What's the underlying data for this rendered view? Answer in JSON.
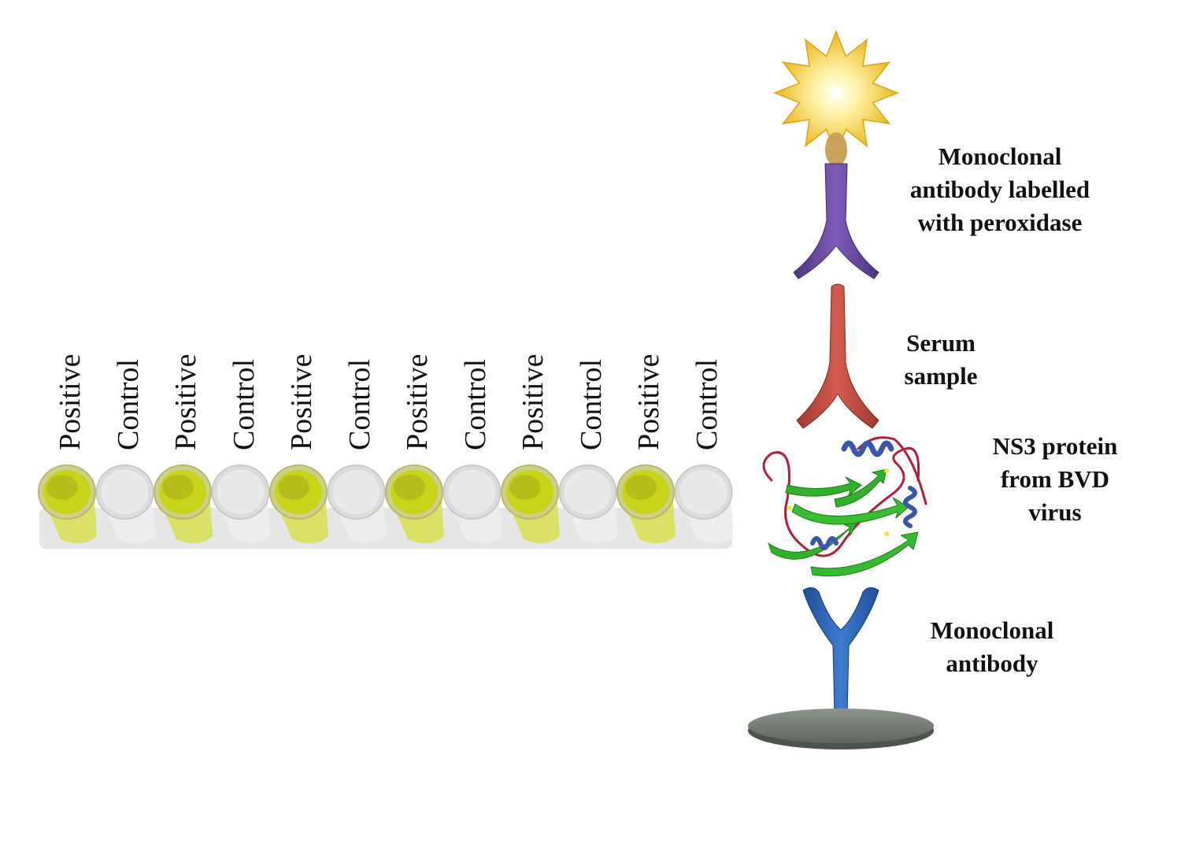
{
  "wells": {
    "labels": [
      "Positive",
      "Control",
      "Positive",
      "Control",
      "Positive",
      "Control",
      "Positive",
      "Control",
      "Positive",
      "Control",
      "Positive",
      "Control"
    ],
    "positive_color": "#c8d41a",
    "control_color": "#e9e9e9"
  },
  "assay": {
    "conjugate_label": [
      "Monoclonal",
      "antibody labelled",
      "with peroxidase"
    ],
    "serum_label": [
      "Serum",
      "sample"
    ],
    "antigen_label": [
      "NS3 protein",
      "from BVD",
      "virus"
    ],
    "capture_label": [
      "Monoclonal",
      "antibody"
    ]
  },
  "colors": {
    "peroxidase": "#f5d33a",
    "conjugate_antibody": "#6a4a9c",
    "serum_antibody": "#c0493f",
    "protein_sheet": "#2fb12b",
    "protein_helix": "#3957a8",
    "protein_coil": "#b0203c",
    "capture_antibody": "#2f68b8",
    "solid_phase": "#7f8880"
  }
}
